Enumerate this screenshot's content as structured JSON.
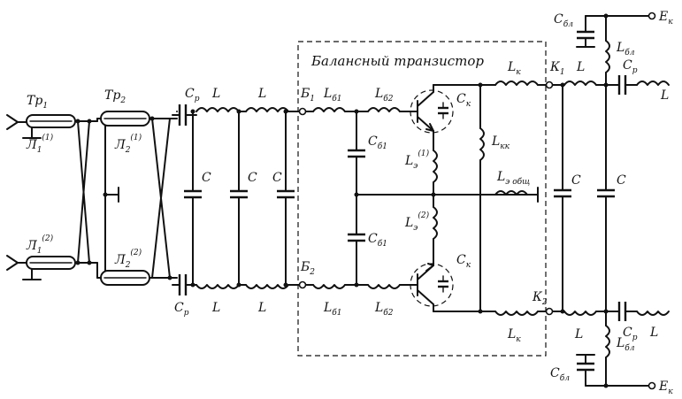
{
  "diagram": {
    "block_title": "Балансный транзистор",
    "labels": {
      "tp1": {
        "main": "Тр",
        "sub": "1"
      },
      "tp2": {
        "main": "Тр",
        "sub": "2"
      },
      "l11": {
        "main": "Л",
        "sub": "1",
        "sup": "(1)"
      },
      "l12": {
        "main": "Л",
        "sub": "1",
        "sup": "(2)"
      },
      "l21": {
        "main": "Л",
        "sub": "2",
        "sup": "(1)"
      },
      "l22": {
        "main": "Л",
        "sub": "2",
        "sup": "(2)"
      },
      "cp": {
        "main": "С",
        "sub": "р"
      },
      "c": "С",
      "l": "L",
      "b1": {
        "main": "Б",
        "sub": "1"
      },
      "b2": {
        "main": "Б",
        "sub": "2"
      },
      "lb1": {
        "main": "L",
        "sub": "б1"
      },
      "lb2": {
        "main": "L",
        "sub": "б2"
      },
      "cb1": {
        "main": "С",
        "sub": "б1"
      },
      "ck": {
        "main": "С",
        "sub": "к"
      },
      "lk": {
        "main": "L",
        "sub": "к"
      },
      "lkk": {
        "main": "L",
        "sub": "кк"
      },
      "le1": {
        "main": "L",
        "sub": "э",
        "sup": "(1)"
      },
      "le2": {
        "main": "L",
        "sub": "э",
        "sup": "(2)"
      },
      "leobsh": {
        "main": "L",
        "sub": "э общ"
      },
      "k1": {
        "main": "К",
        "sub": "1"
      },
      "k2": {
        "main": "К",
        "sub": "2"
      },
      "cbl": {
        "main": "С",
        "sub": "бл"
      },
      "lbl": {
        "main": "L",
        "sub": "бл"
      },
      "ek": {
        "main": "Е",
        "sub": "к"
      }
    }
  }
}
